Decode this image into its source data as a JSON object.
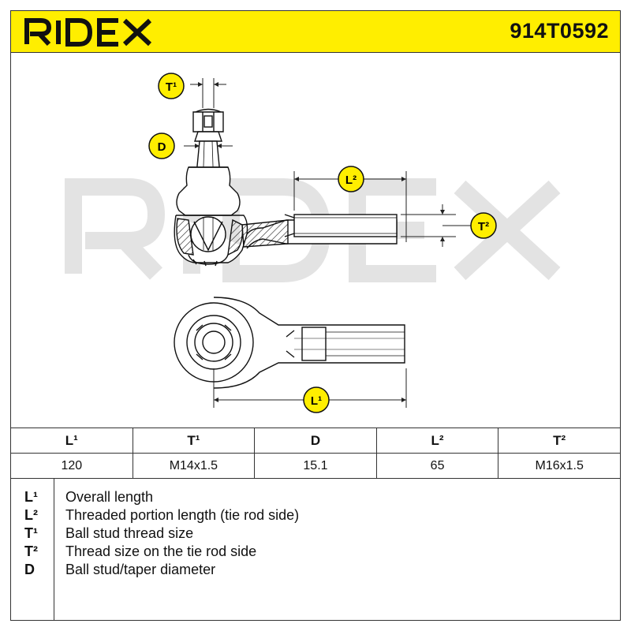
{
  "header": {
    "brand": "RIDEX",
    "part_number": "914T0592",
    "background_color": "#ffee00"
  },
  "drawing": {
    "watermark": "RIDEX",
    "callouts": {
      "t1": "T¹",
      "d": "D",
      "l2": "L²",
      "t2": "T²",
      "l1": "L¹"
    }
  },
  "spec_table": {
    "headers": [
      "L¹",
      "T¹",
      "D",
      "L²",
      "T²"
    ],
    "values": [
      "120",
      "M14x1.5",
      "15.1",
      "65",
      "M16x1.5"
    ]
  },
  "legend": [
    {
      "symbol": "L¹",
      "description": "Overall length"
    },
    {
      "symbol": "L²",
      "description": "Threaded portion length (tie rod side)"
    },
    {
      "symbol": "T¹",
      "description": "Ball stud thread size"
    },
    {
      "symbol": "T²",
      "description": "Thread size on the tie rod side"
    },
    {
      "symbol": "D",
      "description": "Ball stud/taper diameter"
    }
  ]
}
